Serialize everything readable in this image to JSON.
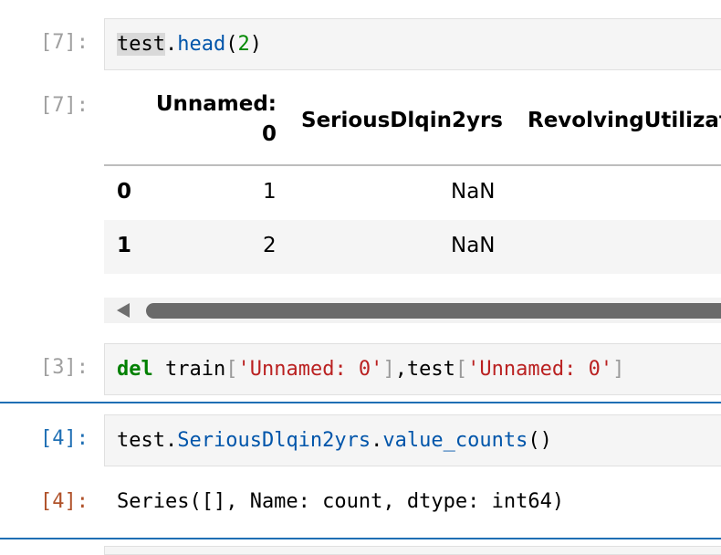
{
  "cells": [
    {
      "in_prompt": "[7]:",
      "code_tokens": [
        {
          "text": "test",
          "cls": "hl"
        },
        {
          "text": ".",
          "cls": ""
        },
        {
          "text": "head",
          "cls": "fn"
        },
        {
          "text": "(",
          "cls": ""
        },
        {
          "text": "2",
          "cls": "num"
        },
        {
          "text": ")",
          "cls": ""
        }
      ],
      "out_prompt": "[7]:"
    },
    {
      "in_prompt": "[3]:",
      "code_tokens": [
        {
          "text": "del",
          "cls": "kw"
        },
        {
          "text": " train",
          "cls": ""
        },
        {
          "text": "[",
          "cls": "br"
        },
        {
          "text": "'Unnamed: 0'",
          "cls": "str"
        },
        {
          "text": "]",
          "cls": "br"
        },
        {
          "text": ",test",
          "cls": ""
        },
        {
          "text": "[",
          "cls": "br"
        },
        {
          "text": "'Unnamed: 0'",
          "cls": "str"
        },
        {
          "text": "]",
          "cls": "br"
        }
      ]
    },
    {
      "in_prompt": "[4]:",
      "code_tokens": [
        {
          "text": "test.",
          "cls": ""
        },
        {
          "text": "SeriousDlqin2yrs",
          "cls": "fn"
        },
        {
          "text": ".",
          "cls": ""
        },
        {
          "text": "value_counts",
          "cls": "fn"
        },
        {
          "text": "()",
          "cls": ""
        }
      ],
      "out_prompt": "[4]:",
      "output_text": "Series([], Name: count, dtype: int64)"
    }
  ],
  "dataframe": {
    "columns": [
      "Unnamed:",
      "0",
      "SeriousDlqin2yrs",
      "RevolvingUtilizat"
    ],
    "rows": [
      {
        "index": "0",
        "unnamed_0": "1",
        "serious": "NaN"
      },
      {
        "index": "1",
        "unnamed_0": "2",
        "serious": "NaN"
      }
    ]
  },
  "colors": {
    "active_prompt": "#1f6fb4",
    "output_prompt": "#b0522a",
    "cell_border": "#1f6fb4"
  }
}
